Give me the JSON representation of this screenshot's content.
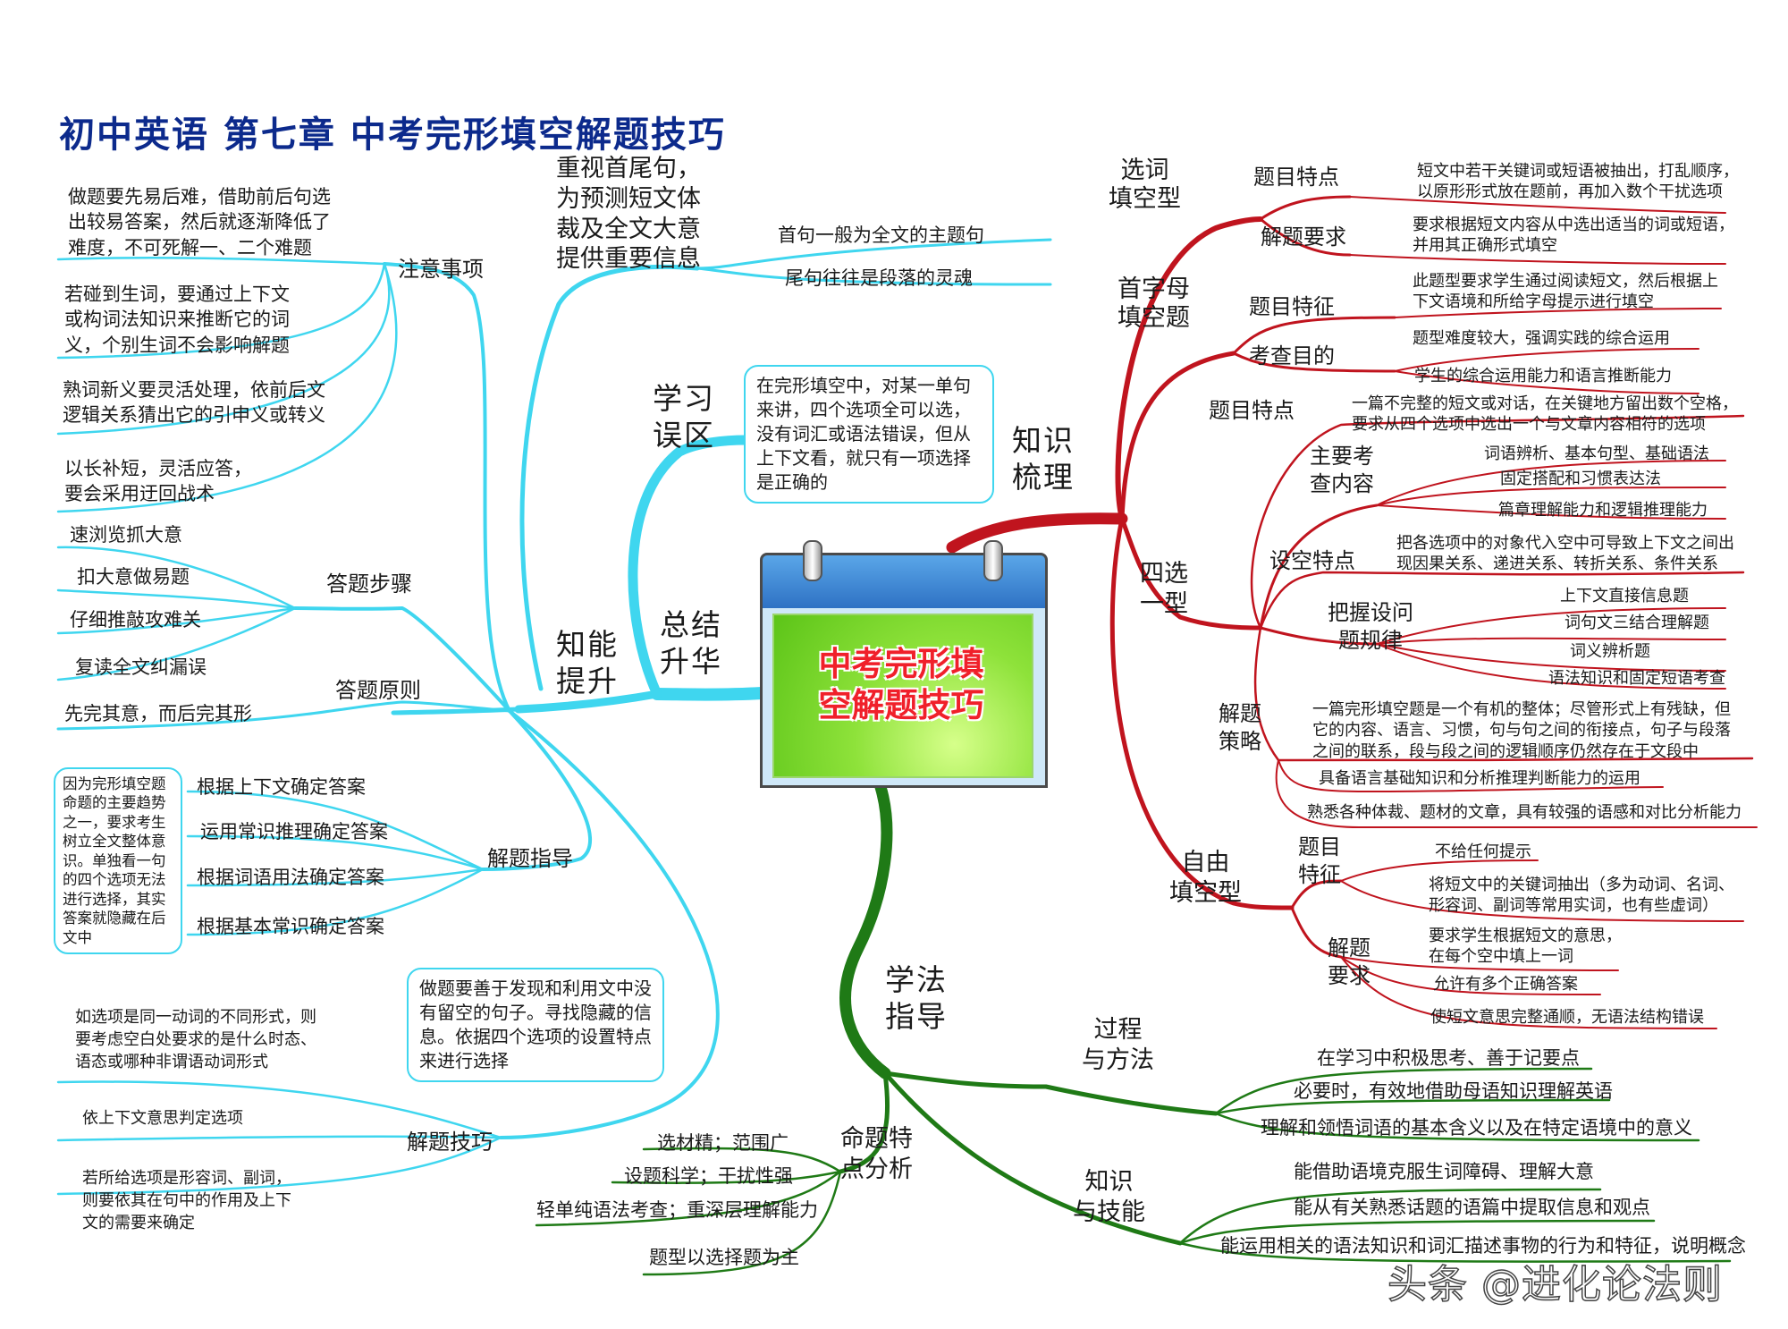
{
  "title": "初中英语 第七章 中考完形填空解题技巧",
  "center": {
    "line1": "中考完形填",
    "line2": "空解题技巧"
  },
  "colors": {
    "cyan": "#3fd6ef",
    "red": "#c0141e",
    "green": "#1f7a16",
    "title": "#0c2a8c",
    "center_text": "#f0202a"
  },
  "left": {
    "hub": {
      "line1": "总结",
      "line2": "升华"
    },
    "zhineng": {
      "line1": "知能",
      "line2": "提升"
    },
    "xuexi": {
      "line1": "学习",
      "line2": "误区",
      "box": "在完形填空中，对某一单句来讲，四个选项全可以选，没有词汇或语法错误，但从上下文看，就只有一项选择是正确的"
    },
    "zhongshi": {
      "l1": "重视首尾句，",
      "l2": "为预测短文体",
      "l3": "裁及全文大意",
      "l4": "提供重要信息",
      "leaf1": "首句一般为全文的主题句",
      "leaf2": "尾句往往是段落的灵魂"
    },
    "zhuyi": {
      "label": "注意事项",
      "a1": "做题要先易后难，借助前后句选",
      "a2": "出较易答案，然后就逐渐降低了",
      "a3": "难度，不可死解一、二个难题",
      "b1": "若碰到生词，要通过上下文",
      "b2": "或构词法知识来推断它的词",
      "b3": "义，个别生词不会影响解题",
      "c1": "熟词新义要灵活处理，依前后文",
      "c2": "逻辑关系猜出它的引申义或转义",
      "d1": "以长补短，灵活应答，",
      "d2": "要会采用迂回战术"
    },
    "buzhou": {
      "label": "答题步骤",
      "i1": "速浏览抓大意",
      "i2": "扣大意做易题",
      "i3": "仔细推敲攻难关",
      "i4": "复读全文纠漏误"
    },
    "yuanze": {
      "label": "答题原则",
      "i1": "先完其意，而后完其形"
    },
    "zhidao": {
      "label": "解题指导",
      "box": "因为完形填空题命题的主要趋势之一，要求考生树立全文整体意识。单独看一句的四个选项无法进行选择，其实答案就隐藏在后文中",
      "i1": "根据上下文确定答案",
      "i2": "运用常识推理确定答案",
      "i3": "根据词语用法确定答案",
      "i4": "根据基本常识确定答案"
    },
    "jiqiao": {
      "label": "解题技巧",
      "box": "做题要善于发现和利用文中没有留空的句子。寻找隐藏的信息。依据四个选项的设置特点来进行选择",
      "a1": "如选项是同一动词的不同形式，则",
      "a2": "要考虑空白处要求的是什么时态、",
      "a3": "语态或哪种非谓语动词形式",
      "b1": "依上下文意思判定选项",
      "c1": "若所给选项是形容词、副词，",
      "c2": "则要依其在句中的作用及上下",
      "c3": "文的需要来确定"
    }
  },
  "right": {
    "hub": {
      "line1": "知识",
      "line2": "梳理"
    },
    "xuanci": {
      "l1": "选词",
      "l2": "填空型",
      "k1": "题目特点",
      "k2": "解题要求",
      "v1a": "短文中若干关键词或短语被抽出，打乱顺序，",
      "v1b": "以原形形式放在题前，再加入数个干扰选项",
      "v2a": "要求根据短文内容从中选出适当的词或短语，",
      "v2b": "并用其正确形式填空"
    },
    "shouzimu": {
      "l1": "首字母",
      "l2": "填空题",
      "k1": "题目特征",
      "k2": "考查目的",
      "v1a": "此题型要求学生通过阅读短文，然后根据上",
      "v1b": "下文语境和所给字母提示进行填空",
      "v2": "题型难度较大，强调实践的综合运用",
      "v3": "学生的综合运用能力和语言推断能力"
    },
    "sixuan": {
      "l1": "四选",
      "l2": "一型",
      "tedian": "题目特点",
      "tedian_v1": "一篇不完整的短文或对话，在关键地方留出数个空格，",
      "tedian_v2": "要求从四个选项中选出一个与文章内容相符的选项",
      "kaocha1": "主要考",
      "kaocha2": "查内容",
      "kc_i1": "词语辨析、基本句型、基础语法",
      "kc_i2": "固定搭配和习惯表达法",
      "kc_i3": "篇章理解能力和逻辑推理能力",
      "shekong": "设空特点",
      "sk_v1": "把各选项中的对象代入空中可导致上下文之间出",
      "sk_v2": "现因果关系、递进关系、转折关系、条件关系",
      "guilv1": "把握设问",
      "guilv2": "题规律",
      "gl_i1": "上下文直接信息题",
      "gl_i2": "词句文三结合理解题",
      "gl_i3": "词义辨析题",
      "gl_i4": "语法知识和固定短语考查",
      "celue1": "解题",
      "celue2": "策略",
      "cl_v1": "一篇完形填空题是一个有机的整体；尽管形式上有残缺，但",
      "cl_v2": "它的内容、语言、习惯，句与句之间的衔接点，句子与段落",
      "cl_v3": "之间的联系，段与段之间的逻辑顺序仍然存在于文段中",
      "cl_i1": "具备语言基础知识和分析推理判断能力的运用",
      "cl_i2": "熟悉各种体裁、题材的文章，具有较强的语感和对比分析能力"
    },
    "ziyou": {
      "l1": "自由",
      "l2": "填空型",
      "k1a": "题目",
      "k1b": "特征",
      "k2a": "解题",
      "k2b": "要求",
      "t1": "不给任何提示",
      "t2a": "将短文中的关键词抽出（多为动词、名词、",
      "t2b": "形容词、副词等常用实词，也有些虚词）",
      "r1a": "要求学生根据短文的意思，",
      "r1b": "在每个空中填上一词",
      "r2": "允许有多个正确答案",
      "r3": "使短文意思完整通顺，无语法结构错误"
    }
  },
  "bottom": {
    "hub": {
      "line1": "学法",
      "line2": "指导"
    },
    "guocheng": {
      "l1": "过程",
      "l2": "与方法",
      "i1": "在学习中积极思考、善于记要点",
      "i2": "必要时，有效地借助母语知识理解英语",
      "i3": "理解和领悟词语的基本含义以及在特定语境中的意义"
    },
    "zhishi": {
      "l1": "知识",
      "l2": "与技能",
      "i1": "能借助语境克服生词障碍、理解大意",
      "i2": "能从有关熟悉话题的语篇中提取信息和观点",
      "i3": "能运用相关的语法知识和词汇描述事物的行为和特征，说明概念"
    },
    "mingti": {
      "l1": "命题特",
      "l2": "点分析",
      "i1": "选材精；范围广",
      "i2": "设题科学；干扰性强",
      "i3": "轻单纯语法考查；重深层理解能力",
      "i4": "题型以选择题为主"
    }
  },
  "watermark": "头条 @进化论法则"
}
